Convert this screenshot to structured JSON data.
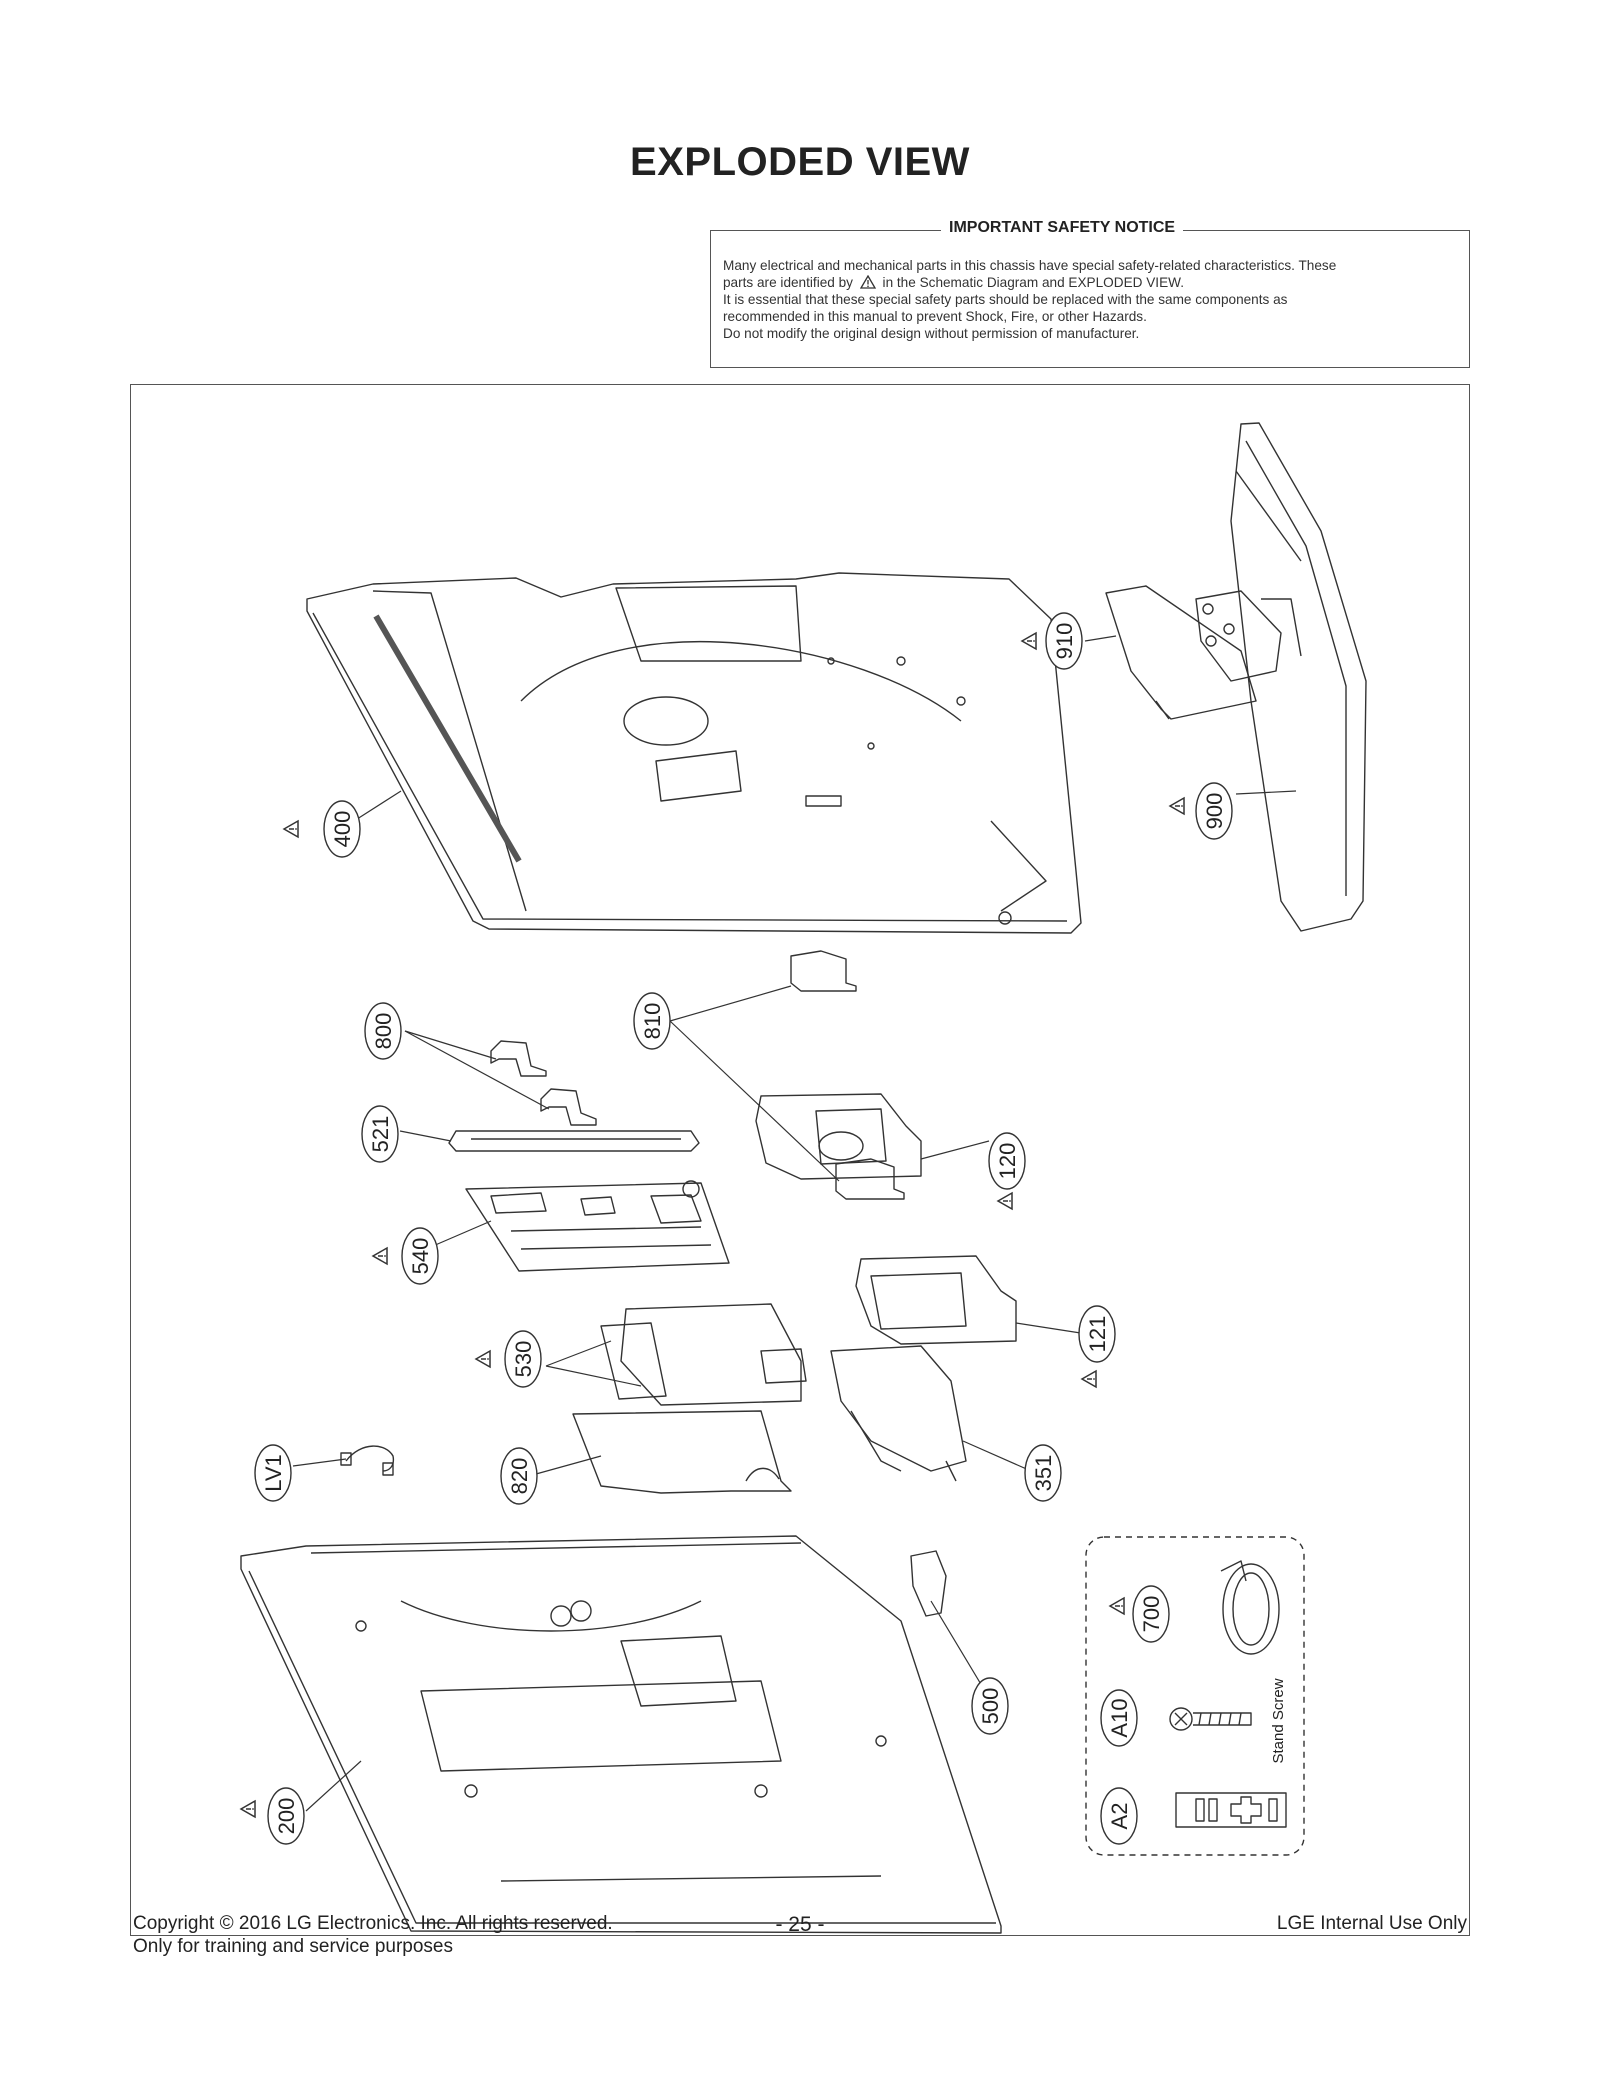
{
  "page": {
    "title": "EXPLODED VIEW"
  },
  "notice": {
    "heading": "IMPORTANT SAFETY NOTICE",
    "line1": "Many electrical and mechanical parts in this chassis have special safety-related characteristics. These",
    "line2_before": "parts are identified by",
    "line2_after": "in the Schematic Diagram and EXPLODED VIEW.",
    "line3": "It is essential that these special safety parts should be replaced with the same components as",
    "line4": "recommended in this manual to prevent Shock, Fire, or other Hazards.",
    "line5": "Do not modify the original design without permission of manufacturer."
  },
  "parts": [
    {
      "id": "910",
      "safety": true
    },
    {
      "id": "900",
      "safety": true
    },
    {
      "id": "400",
      "safety": true
    },
    {
      "id": "800",
      "safety": false
    },
    {
      "id": "810",
      "safety": false
    },
    {
      "id": "521",
      "safety": false
    },
    {
      "id": "120",
      "safety": true
    },
    {
      "id": "540",
      "safety": true
    },
    {
      "id": "121",
      "safety": true
    },
    {
      "id": "530",
      "safety": true
    },
    {
      "id": "LV1",
      "safety": false
    },
    {
      "id": "820",
      "safety": false
    },
    {
      "id": "351",
      "safety": false
    },
    {
      "id": "500",
      "safety": false
    },
    {
      "id": "700",
      "safety": true
    },
    {
      "id": "A10",
      "safety": false
    },
    {
      "id": "A2",
      "safety": false
    },
    {
      "id": "200",
      "safety": true
    }
  ],
  "accessory_note": "Stand Screw",
  "footer": {
    "copyright": "Copyright  © 2016 LG Electronics. Inc. All rights reserved.",
    "purpose": "Only for training and service purposes",
    "page_number": "- 25 -",
    "internal": "LGE Internal Use Only"
  }
}
